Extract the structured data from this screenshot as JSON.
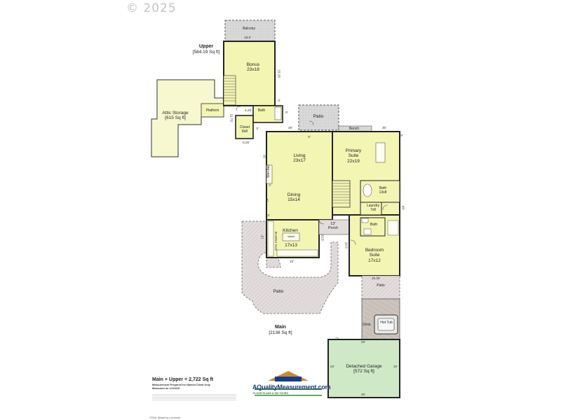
{
  "copyright": "© 2025",
  "levels": {
    "upper": {
      "name": "Upper",
      "area": "[584.19 Sq ft]"
    },
    "main": {
      "name": "Main",
      "area": "[2138 Sq ft]"
    }
  },
  "rooms": {
    "balcony": "Balcony",
    "bonus": {
      "name": "Bonus",
      "size": "23x18"
    },
    "attic": {
      "name": "Attic Storage",
      "area": "[615 Sq ft]"
    },
    "platform": "Platform",
    "upper_bath": "Bath",
    "closet": {
      "name": "Closet",
      "size": "8x8"
    },
    "patio_top": "Patio",
    "bench": "Bench",
    "living": {
      "name": "Living",
      "size": "23x17"
    },
    "primary": {
      "name": "Primary",
      "name2": "Suite",
      "size": "22x19"
    },
    "dining": {
      "name": "Dining",
      "size": "15x14"
    },
    "primary_bath": {
      "name": "Bath",
      "size": "13x8"
    },
    "laundry": {
      "name": "Laundry",
      "size": "7x8"
    },
    "hall_bath": "Bath",
    "wet_bar": "Wet Bar",
    "kitchen": {
      "name": "Kitchen",
      "size": "17x13"
    },
    "island": "Island",
    "breakfast": {
      "name": "Breakfast",
      "name2": "Nook"
    },
    "porch": {
      "name": "12'",
      "name2": "Porch"
    },
    "bedroom": {
      "name": "Bedroom",
      "name2": "Suite",
      "size": "17x12"
    },
    "patio_big": "Patio",
    "patio_small": "Patio",
    "deck": "Deck",
    "hot_tub": "Hot Tub",
    "garage": {
      "name": "Detached Garage",
      "area": "[572 Sq ft]"
    },
    "stairs": "Stairs"
  },
  "dims": {
    "balcony_w": "18.5'",
    "bonus_h": "23.25'",
    "bath_w": "3'",
    "bath_h": "6'",
    "d425": "4.25'",
    "d1175": "11.75'",
    "d3": "3'",
    "d825": "8.25'",
    "d26": "26'",
    "d30": "30'",
    "d9": "9'",
    "d6": "6'",
    "d19": "19'",
    "d2": "2'",
    "d14": "14'",
    "d49": "49'",
    "d3b": "3'",
    "d135": "13.5'",
    "d13": "13'",
    "d18": "18'",
    "d195": "19.5'",
    "d1825": "18.25'",
    "g26a": "26'",
    "g22a": "22'",
    "g22b": "22'",
    "g26b": "26'"
  },
  "totals": "Main + Upper = 2,722 Sq ft",
  "measurement_note": [
    "Measurement Prepared for Named Client Only",
    "Measured on 12/22/25"
  ],
  "logo": {
    "name": "AQualityMeasurement.com",
    "tagline": "FLOOR PLANS & 360 TOURS"
  },
  "footer": "TOTAL Sketch by a la mode",
  "colors": {
    "room": "#f3f5b3",
    "patio": "#ddd6d6",
    "deck": "#c8c0b8",
    "garage": "#cfe9c6",
    "attic": "#f7f8cf"
  }
}
